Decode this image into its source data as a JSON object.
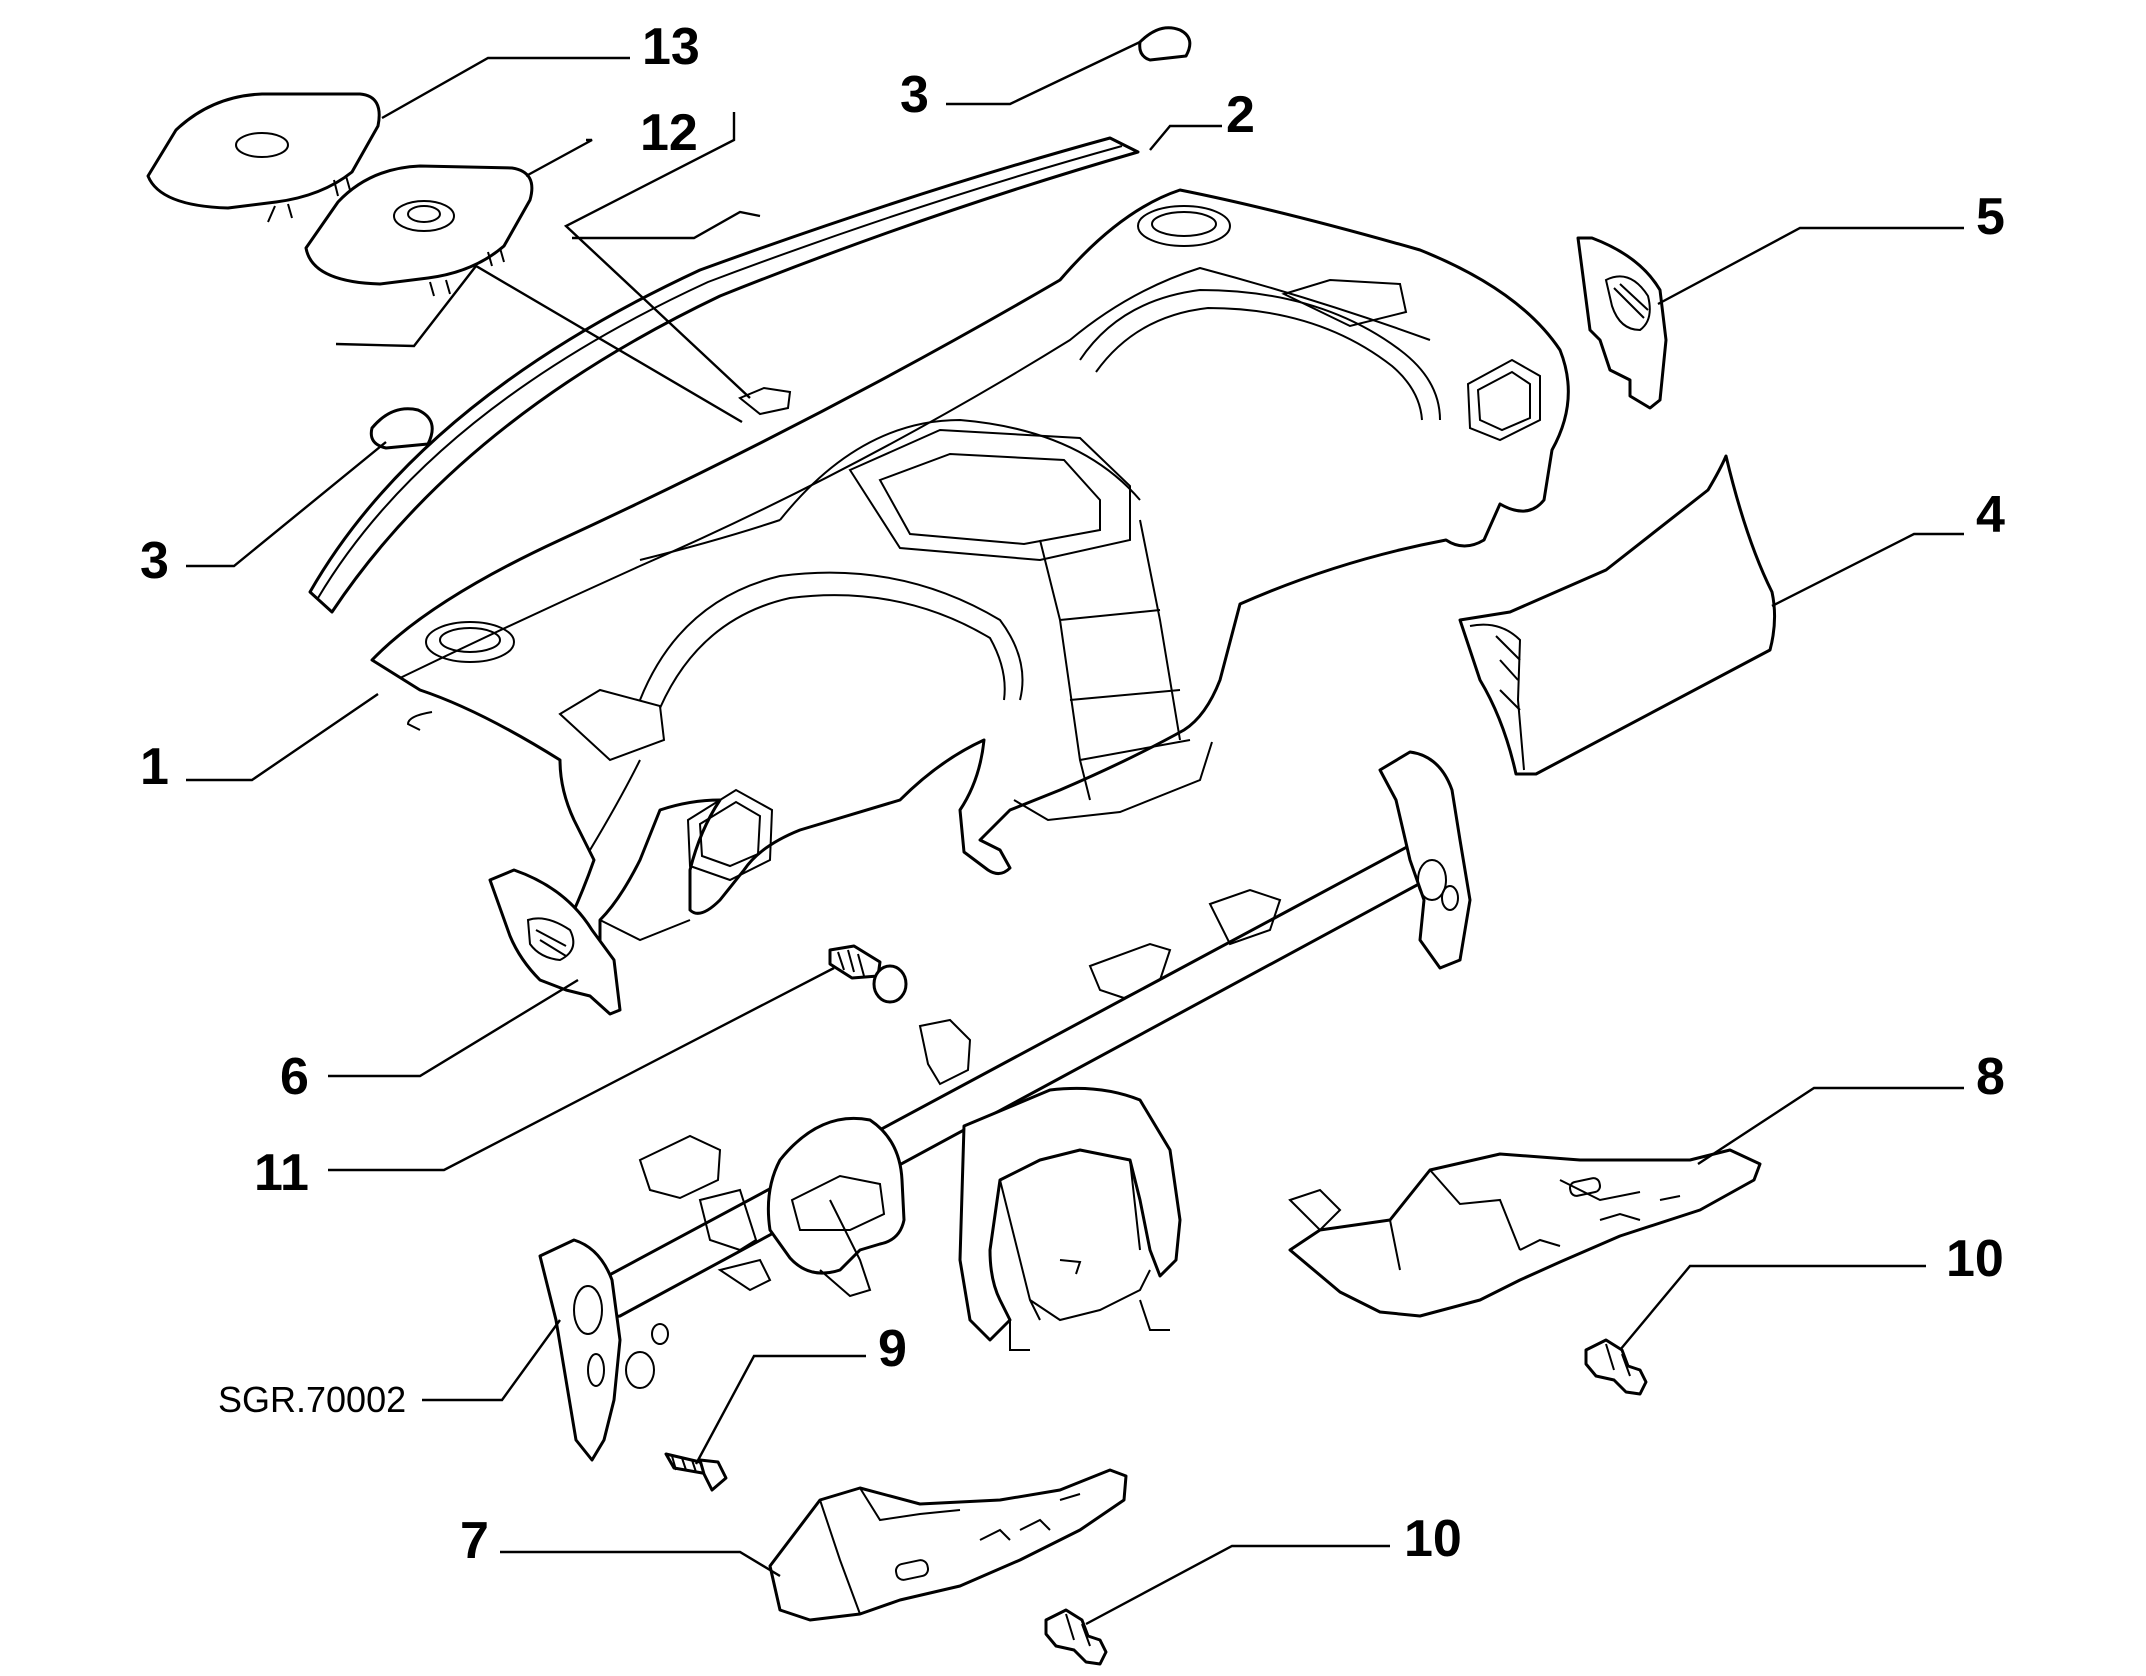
{
  "diagram": {
    "callouts": [
      {
        "id": "c13",
        "label": "13"
      },
      {
        "id": "c12",
        "label": "12"
      },
      {
        "id": "c3a",
        "label": "3"
      },
      {
        "id": "c2",
        "label": "2"
      },
      {
        "id": "c5",
        "label": "5"
      },
      {
        "id": "c3b",
        "label": "3"
      },
      {
        "id": "c4",
        "label": "4"
      },
      {
        "id": "c1",
        "label": "1"
      },
      {
        "id": "c6",
        "label": "6"
      },
      {
        "id": "c11",
        "label": "11"
      },
      {
        "id": "c8",
        "label": "8"
      },
      {
        "id": "c9",
        "label": "9"
      },
      {
        "id": "c10a",
        "label": "10"
      },
      {
        "id": "c10b",
        "label": "10"
      },
      {
        "id": "c7",
        "label": "7"
      }
    ],
    "drawing_code": "SGR.70002"
  }
}
